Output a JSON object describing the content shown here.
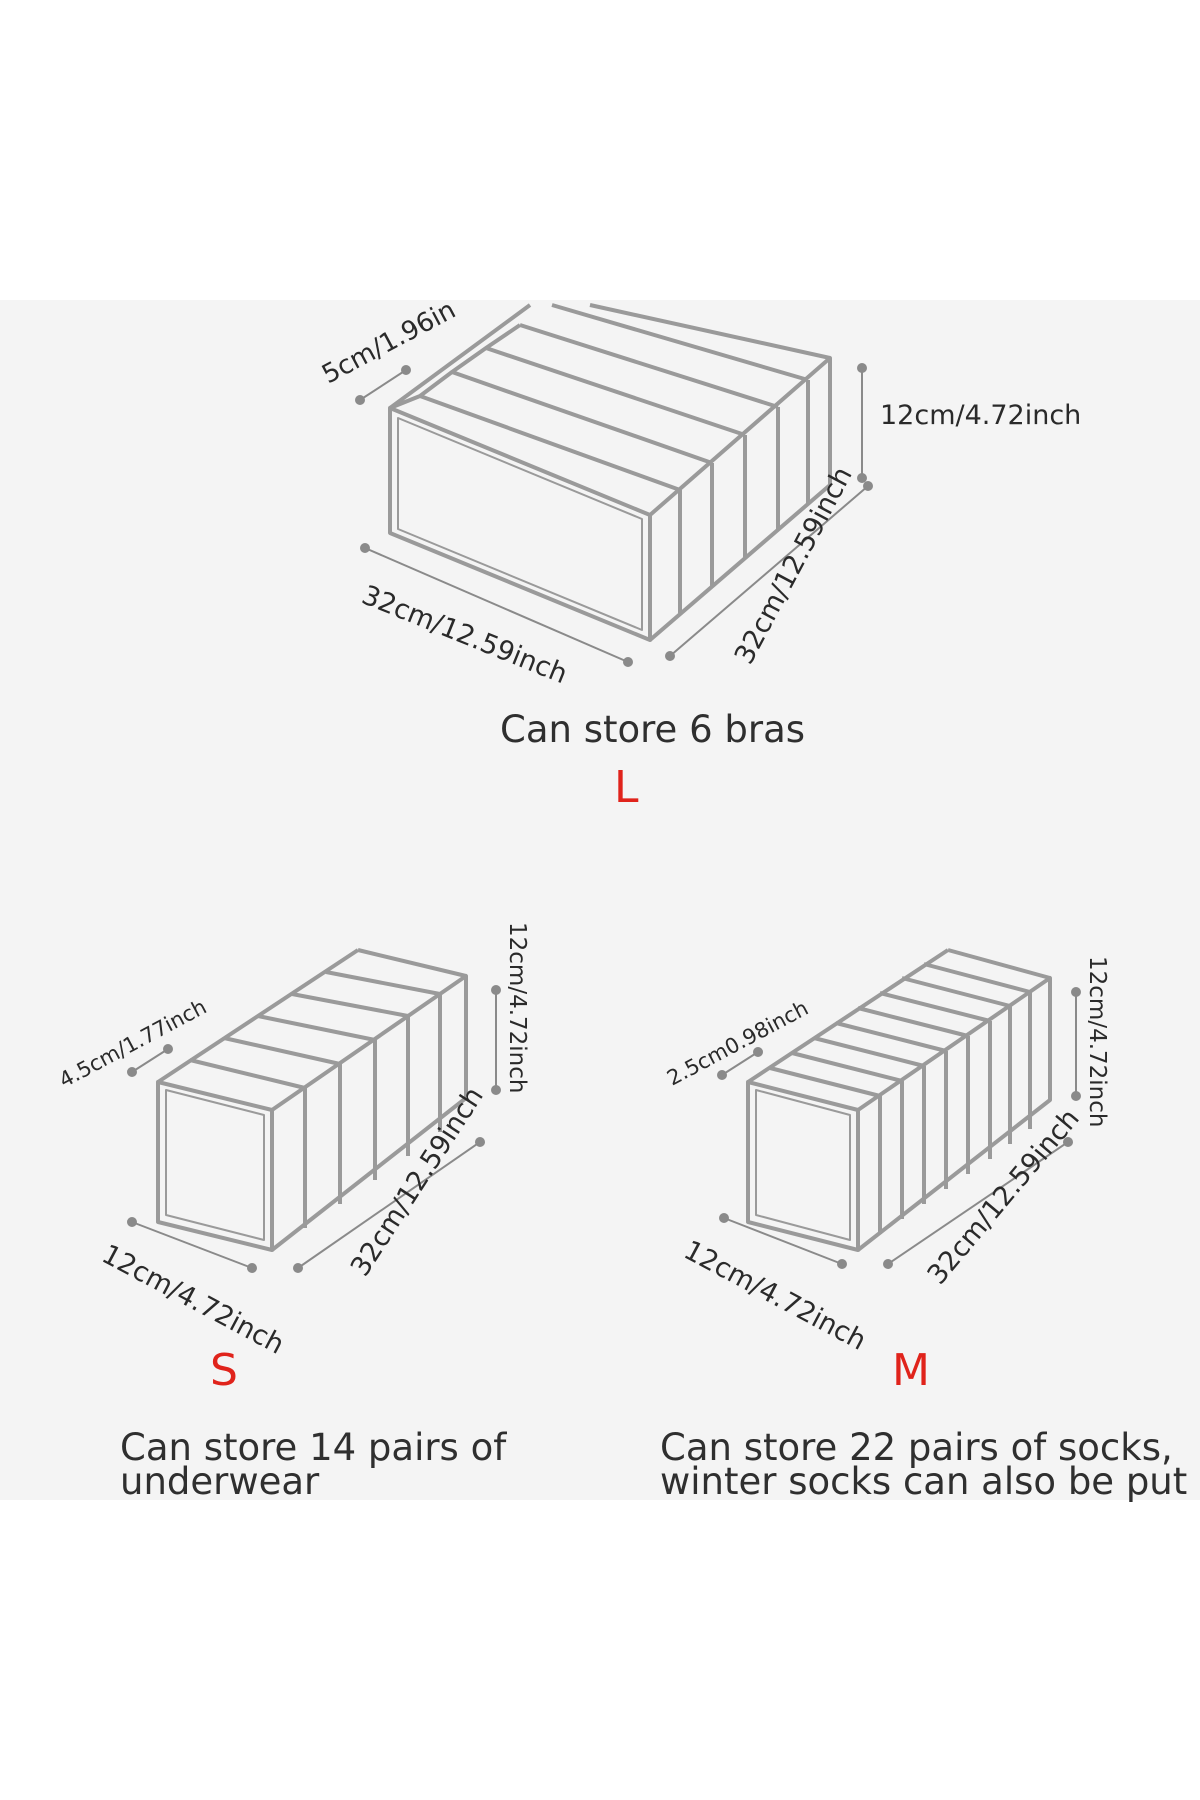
{
  "colors": {
    "background": "#f4f4f4",
    "outline": "#9a9a9a",
    "text": "#2f2f2f",
    "size_label": "#e0231b"
  },
  "large": {
    "size_label": "L",
    "caption": "Can store 6 bras",
    "compartment_width": "5cm/1.96in",
    "height": "12cm/4.72inch",
    "depth": "32cm/12.59inch",
    "length": "32cm/12.59inch"
  },
  "small": {
    "size_label": "S",
    "caption_line1": "Can store 14 pairs of",
    "caption_line2": "underwear",
    "compartment_width": "4.5cm/1.77inch",
    "height": "12cm/4.72inch",
    "length": "32cm/12.59inch",
    "width": "12cm/4.72inch"
  },
  "medium": {
    "size_label": "M",
    "caption_line1": "Can store 22 pairs of socks,",
    "caption_line2": "winter socks can also be put",
    "compartment_width": "2.5cm0.98inch",
    "height": "12cm/4.72inch",
    "length": "32cm/12.59inch",
    "width": "12cm/4.72inch"
  }
}
